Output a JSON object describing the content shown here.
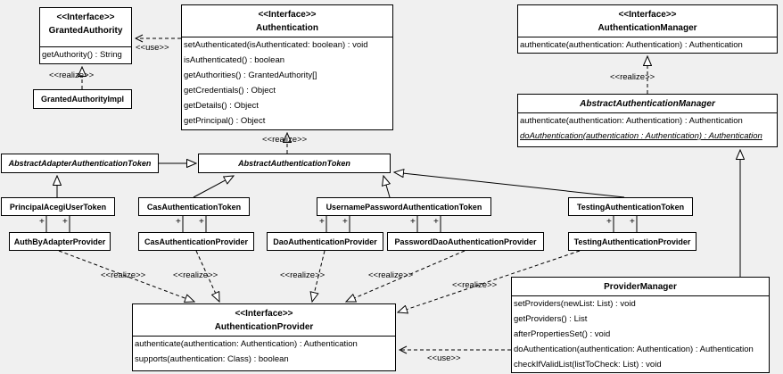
{
  "labels": {
    "use": "<<use>>",
    "realize": "<<realize>>",
    "plus": "+"
  },
  "classes": {
    "grantedAuthority": {
      "stereotype": "<<Interface>>",
      "name": "GrantedAuthority",
      "methods": [
        "getAuthority() : String"
      ]
    },
    "grantedAuthorityImpl": {
      "name": "GrantedAuthorityImpl"
    },
    "authentication": {
      "stereotype": "<<Interface>>",
      "name": "Authentication",
      "methods": [
        "setAuthenticated(isAuthenticated: boolean) : void",
        "isAuthenticated() : boolean",
        "getAuthorities() : GrantedAuthority[]",
        "getCredentials() : Object",
        "getDetails() : Object",
        "getPrincipal() : Object"
      ]
    },
    "authenticationManager": {
      "stereotype": "<<Interface>>",
      "name": "AuthenticationManager",
      "methods": [
        "authenticate(authentication: Authentication) : Authentication"
      ]
    },
    "abstractAuthenticationManager": {
      "name": "AbstractAuthenticationManager",
      "methods": [
        "authenticate(authentication: Authentication) : Authentication",
        "doAuthentication(authentication : Authentication) : Authentication"
      ]
    },
    "abstractAdapterAuthenticationToken": {
      "name": "AbstractAdapterAuthenticationToken"
    },
    "abstractAuthenticationToken": {
      "name": "AbstractAuthenticationToken"
    },
    "principalAcegiUserToken": {
      "name": "PrincipalAcegiUserToken"
    },
    "casAuthenticationToken": {
      "name": "CasAuthenticationToken"
    },
    "usernamePasswordAuthenticationToken": {
      "name": "UsernamePasswordAuthenticationToken"
    },
    "testingAuthenticationToken": {
      "name": "TestingAuthenticationToken"
    },
    "authByAdapterProvider": {
      "name": "AuthByAdapterProvider"
    },
    "casAuthenticationProvider": {
      "name": "CasAuthenticationProvider"
    },
    "daoAuthenticationProvider": {
      "name": "DaoAuthenticationProvider"
    },
    "passwordDaoAuthenticationProvider": {
      "name": "PasswordDaoAuthenticationProvider"
    },
    "testingAuthenticationProvider": {
      "name": "TestingAuthenticationProvider"
    },
    "authenticationProvider": {
      "stereotype": "<<Interface>>",
      "name": "AuthenticationProvider",
      "methods": [
        "authenticate(authentication: Authentication) : Authentication",
        "supports(authentication: Class) : boolean"
      ]
    },
    "providerManager": {
      "name": "ProviderManager",
      "methods": [
        "setProviders(newList: List) : void",
        "getProviders() : List",
        "afterPropertiesSet() : void",
        "doAuthentication(authentication: Authentication) : Authentication",
        "checkIfValidList(listToCheck: List) : void"
      ]
    }
  }
}
